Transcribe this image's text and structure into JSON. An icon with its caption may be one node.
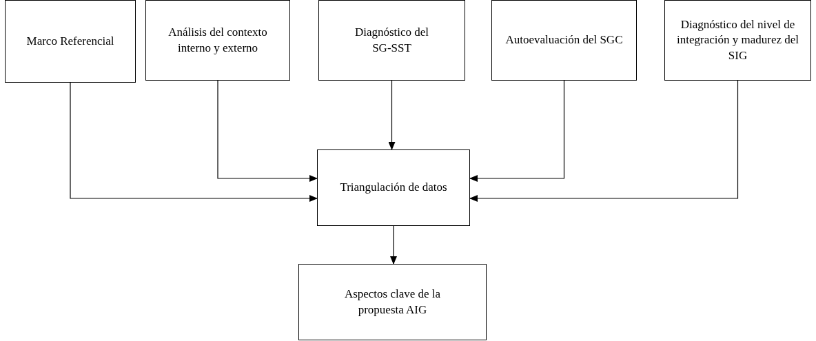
{
  "diagram": {
    "nodes": [
      {
        "text": [
          "Marco Referencial"
        ]
      },
      {
        "text": [
          "Análisis del contexto interno y externo"
        ]
      },
      {
        "text": [
          "Diagnóstico del SG-SST"
        ]
      },
      {
        "text": [
          "Autoevaluación del SGC"
        ]
      },
      {
        "text": [
          "Diagnóstico del nivel de integración y madurez del SIG"
        ]
      },
      {
        "text": [
          "Triangulación de datos"
        ]
      },
      {
        "text": [
          "Aspectos clave de la propuesta AIG"
        ]
      }
    ],
    "edges": [
      {
        "from": 0,
        "to": 5,
        "arrow": "to"
      },
      {
        "from": 1,
        "to": 5,
        "arrow": "to"
      },
      {
        "from": 2,
        "to": 5,
        "arrow": "to"
      },
      {
        "from": 3,
        "to": 5,
        "arrow": "to"
      },
      {
        "from": 4,
        "to": 5,
        "arrow": "to"
      },
      {
        "from": 5,
        "to": 6,
        "arrow": "to"
      }
    ]
  }
}
